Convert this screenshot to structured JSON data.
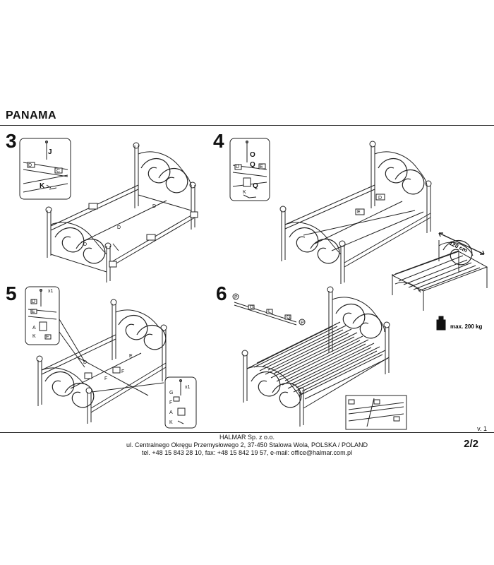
{
  "document": {
    "title": "PANAMA",
    "page": "2/2",
    "version": "v. 1"
  },
  "steps": [
    {
      "number": "3",
      "callout_labels": [
        "J",
        "D",
        "C",
        "K"
      ],
      "part_labels": [
        "D",
        "D",
        "D"
      ]
    },
    {
      "number": "4",
      "callout_labels": [
        "O",
        "Q",
        "D",
        "E",
        "Q",
        "K"
      ],
      "part_labels": [
        "E",
        "D"
      ]
    },
    {
      "number": "5",
      "callout_labels": [
        "x1",
        "D",
        "E",
        "A",
        "K",
        "F"
      ],
      "part_labels": [
        "D",
        "E",
        "F",
        "F"
      ],
      "callout2_labels": [
        "x1",
        "G",
        "F",
        "A",
        "K"
      ]
    },
    {
      "number": "6",
      "part_labels": [
        "P",
        "G",
        "L",
        "G",
        "P"
      ],
      "dimension": "120 cm",
      "max_load": "max.  200 kg"
    }
  ],
  "footer": {
    "company": "HALMAR Sp. z o.o.",
    "address": "ul. Centralnego Okręgu Przemysłowego 2, 37-450 Stalowa Wola, POLSKA / POLAND",
    "contact": "tel. +48 15 843 28 10, fax: +48 15 842 19 57, e-mail: office@halmar.com.pl"
  }
}
